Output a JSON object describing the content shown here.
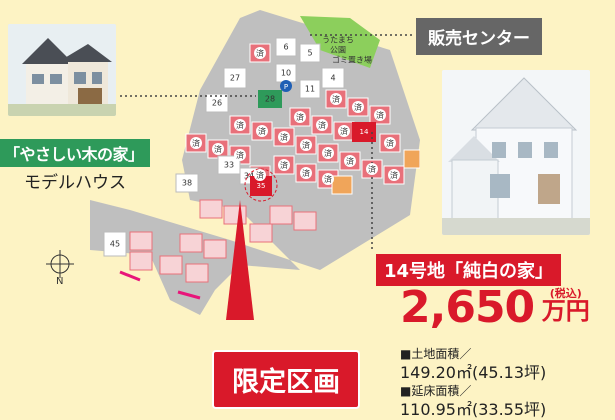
{
  "header": {
    "sales_center": "販売センター"
  },
  "model_house": {
    "name": "「やさしい木の家」",
    "type": "モデルハウス"
  },
  "park": {
    "name_line1": "うたまち",
    "name_line2": "公園",
    "garbage": "ゴミ置き場"
  },
  "featured": {
    "lot": "14号地「純白の家」",
    "price": "2,650",
    "tax_note": "(税込)",
    "price_unit": "万円",
    "land_area_label": "■土地面積／",
    "land_area": "149.20㎡(45.13坪)",
    "floor_area_label": "■延床面積／",
    "floor_area": "110.95㎡(33.55坪)"
  },
  "limited": {
    "label": "限定区画",
    "lot": "35"
  },
  "compass": {
    "north": "N"
  },
  "map": {
    "sold_mark": "済",
    "parking_mark": "P",
    "lots": [
      "6",
      "5",
      "4",
      "10",
      "11",
      "27",
      "28",
      "26",
      "14",
      "33",
      "34",
      "38",
      "45"
    ]
  },
  "colors": {
    "background": "#fdf3c4",
    "sold_lot": "#e8707a",
    "lot_fill": "#f7d3d6",
    "model_lot": "#2e9a5a",
    "highlight_lot": "#d9192a",
    "orange_lot": "#f0a55a",
    "label_red": "#d9192a",
    "price_red": "#d9192a",
    "center_box": "#666666"
  }
}
